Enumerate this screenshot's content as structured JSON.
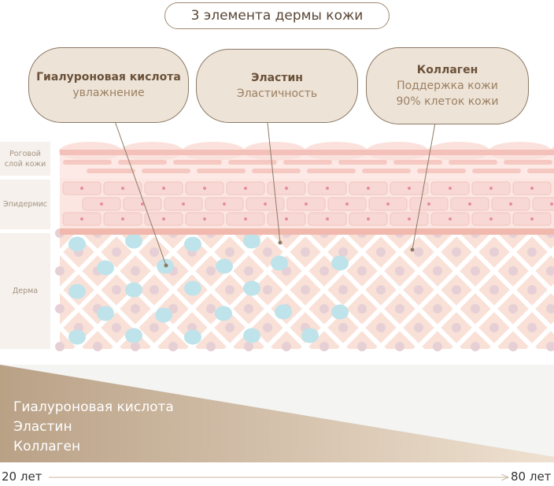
{
  "title": "3 элемента дермы кожи",
  "bubbles": {
    "hyaluronic": {
      "title": "Гиалуроновая кислота",
      "line1": "увлажнение"
    },
    "elastin": {
      "title": "Эластин",
      "line1": "Эластичность"
    },
    "collagen": {
      "title": "Коллаген",
      "line1": "Поддержка кожи",
      "line2": "90% клеток кожи"
    }
  },
  "layers": {
    "horny": "Роговой слой кожи",
    "epidermis": "Эпидермис",
    "derma": "Дерма"
  },
  "graph": {
    "items": [
      "Гиалуроновая кислота",
      "Эластин",
      "Коллаген"
    ],
    "age_start": "20 лет",
    "age_end": "80 лет"
  },
  "colors": {
    "bubble_fill": "#ede3d7",
    "skin_pink": "#f5c9c2",
    "hyaluronic_dot": "#bfe3ea",
    "elastin_dot": "#e6d0d6",
    "gradient_dark": "#b9a186",
    "gradient_light": "#efe1d1"
  }
}
